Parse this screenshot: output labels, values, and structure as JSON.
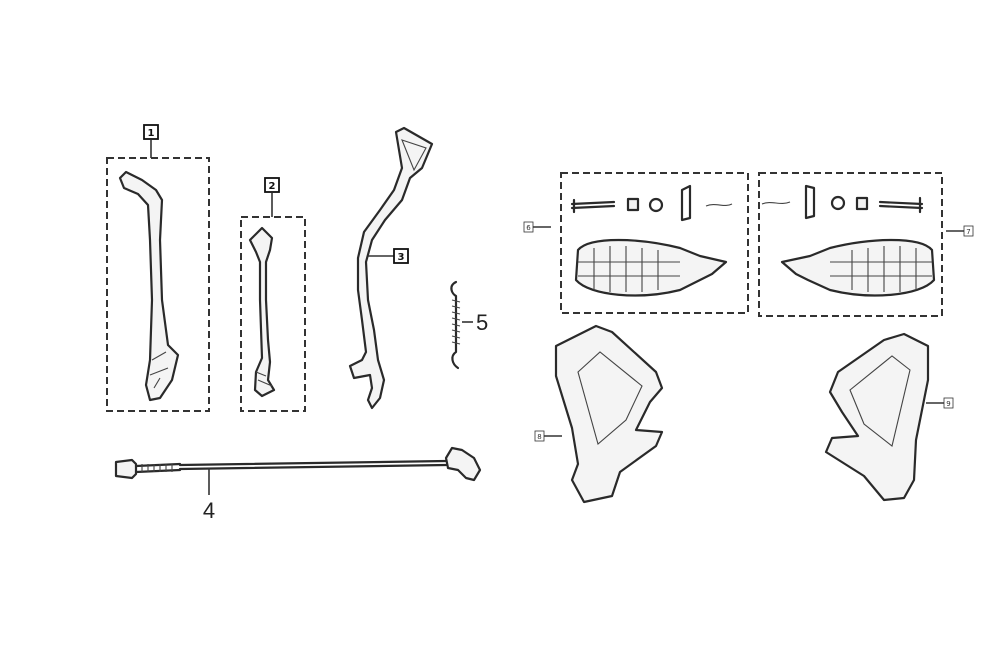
{
  "callouts": {
    "c1": "1",
    "c2": "2",
    "c3": "3",
    "c4": "4",
    "c5": "5",
    "c6": "6",
    "c7": "7",
    "c8": "8",
    "c9": "9"
  },
  "colors": {
    "line": "#2a2a2a",
    "background": "#ffffff"
  }
}
